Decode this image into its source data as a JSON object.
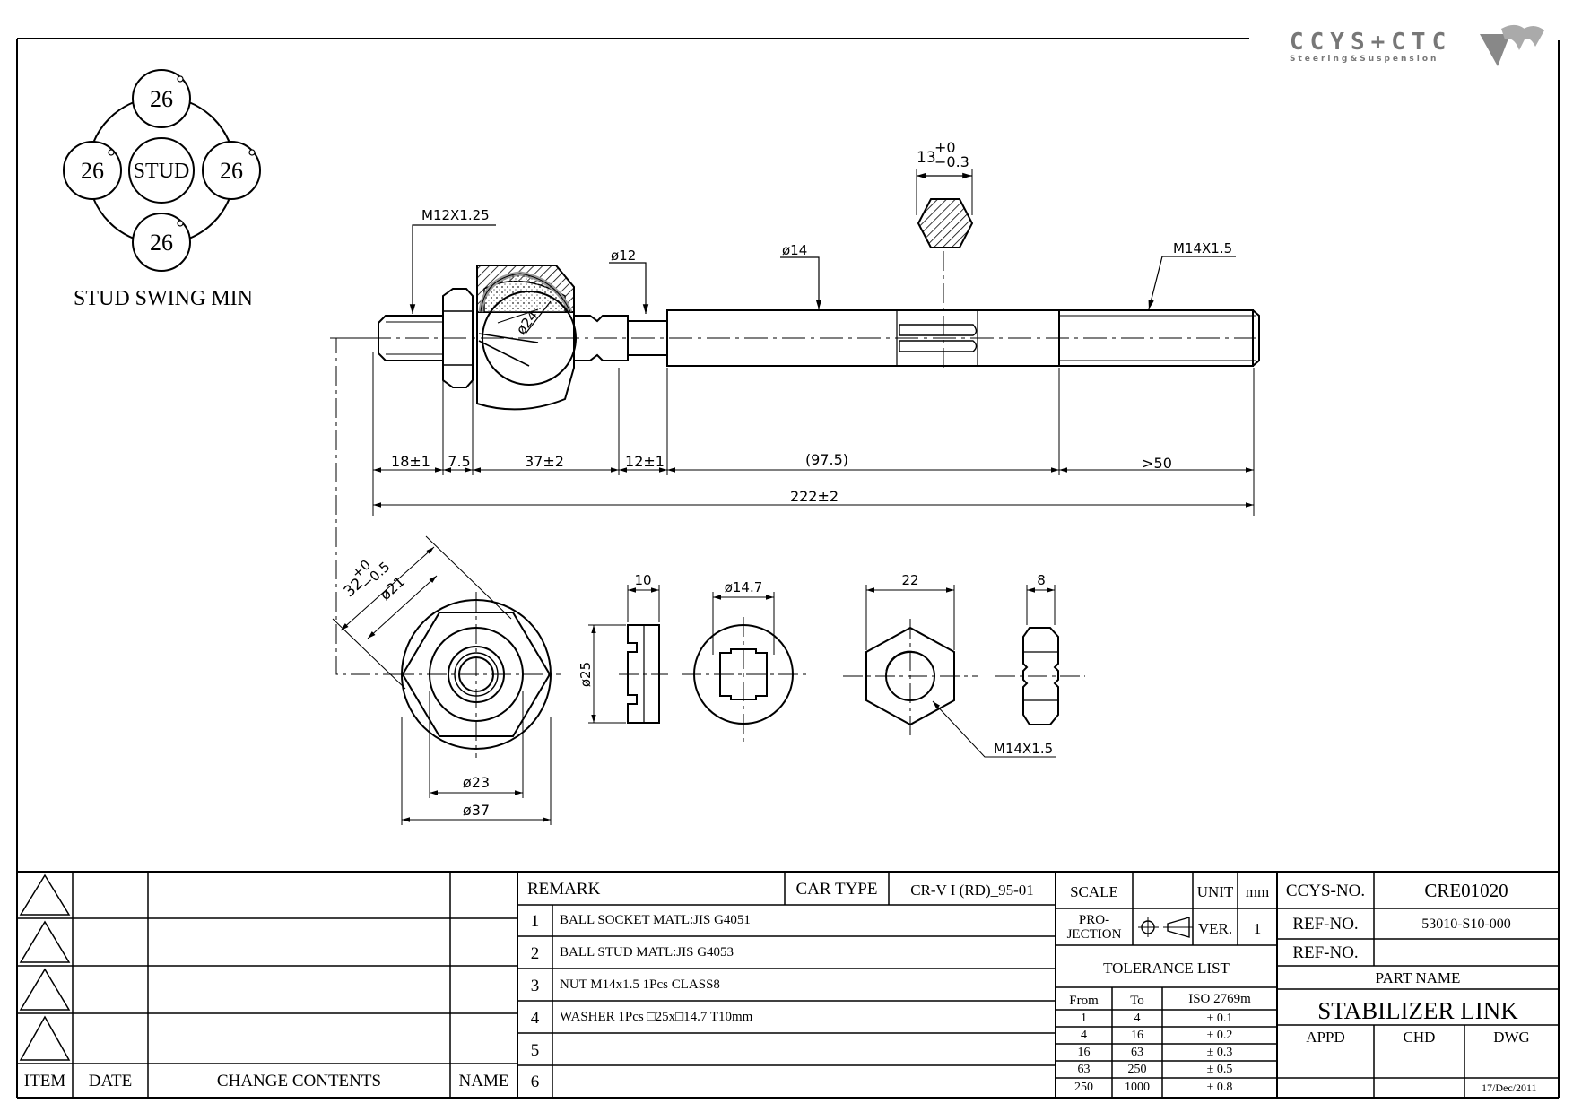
{
  "logo": {
    "brand": "CCYS+CTC",
    "tagline": "Steering&Suspension"
  },
  "swing": {
    "center": "STUD",
    "angles": [
      "26",
      "26",
      "26",
      "26"
    ],
    "caption": "STUD SWING MIN"
  },
  "dims": {
    "thread_left": "M12X1.25",
    "ball": "ø24",
    "neck": "ø12",
    "rod": "ø14",
    "thread_right": "M14X1.5",
    "hex_base": "13",
    "hex_tol_upper": "+0",
    "hex_tol_lower": "−0.3",
    "seg1": "18±1",
    "seg2": "7.5",
    "seg3": "37±2",
    "seg4": "12±1",
    "seg5": "(97.5)",
    "seg6": ">50",
    "total": "222±2",
    "socket_hex_base": "32",
    "socket_hex_tol_upper": "+0",
    "socket_hex_tol_lower": "−0.5",
    "socket_hole": "ø21",
    "socket_inner": "ø23",
    "socket_outer": "ø37",
    "washer_thickness": "10",
    "washer_od": "ø25",
    "washer_id": "ø14.7",
    "nut_width": "22",
    "nut_thickness": "8",
    "nut_thread": "M14X1.5"
  },
  "titleblock": {
    "revision_headers": {
      "item": "ITEM",
      "date": "DATE",
      "change": "CHANGE CONTENTS",
      "name": "NAME"
    },
    "remark_header": "REMARK",
    "car_type_label": "CAR TYPE",
    "car_type": "CR-V I (RD)_95-01",
    "remarks": [
      {
        "no": "1",
        "text": "BALL SOCKET MATL:JIS G4051"
      },
      {
        "no": "2",
        "text": "BALL STUD MATL:JIS G4053"
      },
      {
        "no": "3",
        "text": "NUT M14x1.5 1Pcs CLASS8"
      },
      {
        "no": "4",
        "text": "WASHER 1Pcs □25x□14.7 T10mm"
      },
      {
        "no": "5",
        "text": ""
      },
      {
        "no": "6",
        "text": ""
      }
    ],
    "scale_label": "SCALE",
    "unit_label": "UNIT",
    "unit": "mm",
    "projection_line1": "PRO-",
    "projection_line2": "JECTION",
    "ver_label": "VER.",
    "ver": "1",
    "tolerance_title": "TOLERANCE LIST",
    "tolerance_headers": {
      "from": "From",
      "to": "To",
      "std": "ISO 2769m"
    },
    "tolerance_rows": [
      {
        "from": "1",
        "to": "4",
        "tol": "± 0.1"
      },
      {
        "from": "4",
        "to": "16",
        "tol": "± 0.2"
      },
      {
        "from": "16",
        "to": "63",
        "tol": "± 0.3"
      },
      {
        "from": "63",
        "to": "250",
        "tol": "± 0.5"
      },
      {
        "from": "250",
        "to": "1000",
        "tol": "± 0.8"
      }
    ],
    "ccys_label": "CCYS-NO.",
    "ccys_no": "CRE01020",
    "ref_label": "REF-NO.",
    "ref_no": "53010-S10-000",
    "ref2_label": "REF-NO.",
    "part_name_label": "PART NAME",
    "part_name": "STABILIZER LINK",
    "appd_label": "APPD",
    "chd_label": "CHD",
    "dwg_label": "DWG",
    "date": "17/Dec/2011"
  }
}
